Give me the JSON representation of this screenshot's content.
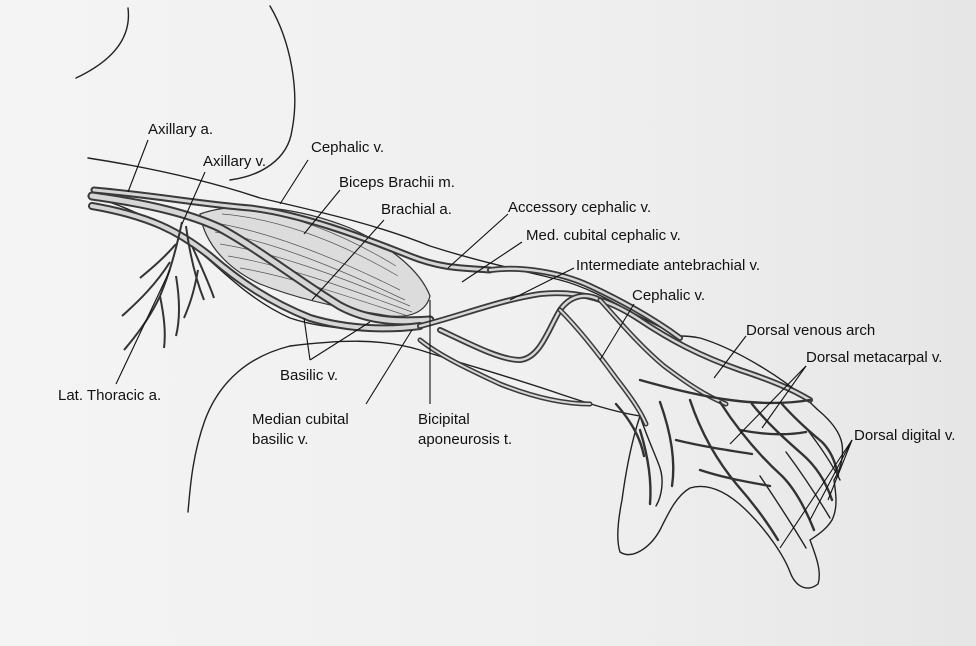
{
  "labels": {
    "axillary_a": "Axillary a.",
    "axillary_v": "Axillary v.",
    "cephalic_v_upper": "Cephalic v.",
    "biceps_brachii_m": "Biceps Brachii m.",
    "brachial_a": "Brachial a.",
    "accessory_cephalic_v": "Accessory cephalic v.",
    "med_cubital_cephalic_v": "Med. cubital cephalic v.",
    "intermediate_antebrachial_v": "Intermediate antebrachial v.",
    "cephalic_v_forearm": "Cephalic v.",
    "dorsal_venous_arch": "Dorsal venous arch",
    "dorsal_metacarpal_v": "Dorsal metacarpal v.",
    "dorsal_digital_v": "Dorsal digital v.",
    "lat_thoracic_a": "Lat. Thoracic a.",
    "basilic_v": "Basilic v.",
    "median_cubital_basilic_v_line1": "Median cubital",
    "median_cubital_basilic_v_line2": "basilic v.",
    "bicipital_aponeurosis_t_line1": "Bicipital",
    "bicipital_aponeurosis_t_line2": "aponeurosis t."
  },
  "colors": {
    "line": "#222222",
    "vessel": "#3a3a3a",
    "paper": "#f2f2f2"
  }
}
